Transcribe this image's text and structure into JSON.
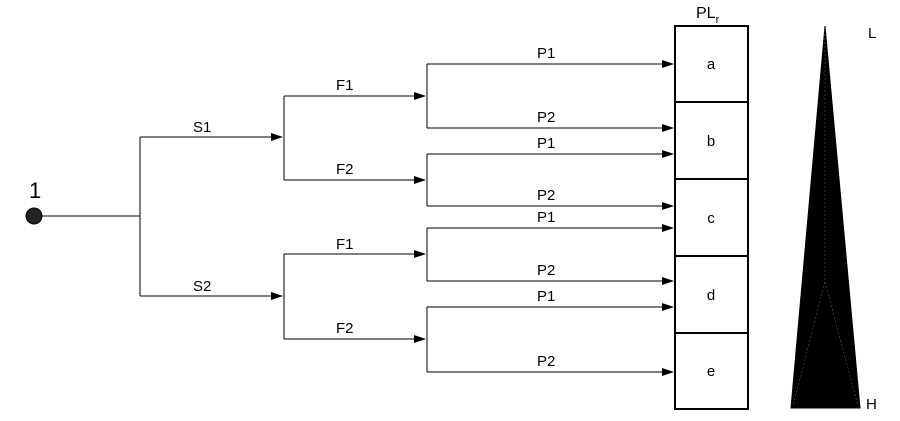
{
  "diagram": {
    "start_label": "1",
    "scale_header": "PL",
    "scale_header_sub": "r",
    "scale_top_label": "L",
    "scale_bottom_label": "H",
    "level1": [
      "S1",
      "S2"
    ],
    "level2": [
      "F1",
      "F2",
      "F1",
      "F2"
    ],
    "level3": [
      "P1",
      "P2",
      "P1",
      "P2",
      "P1",
      "P2",
      "P1",
      "P2"
    ],
    "boxes": [
      "a",
      "b",
      "c",
      "d",
      "e"
    ]
  }
}
